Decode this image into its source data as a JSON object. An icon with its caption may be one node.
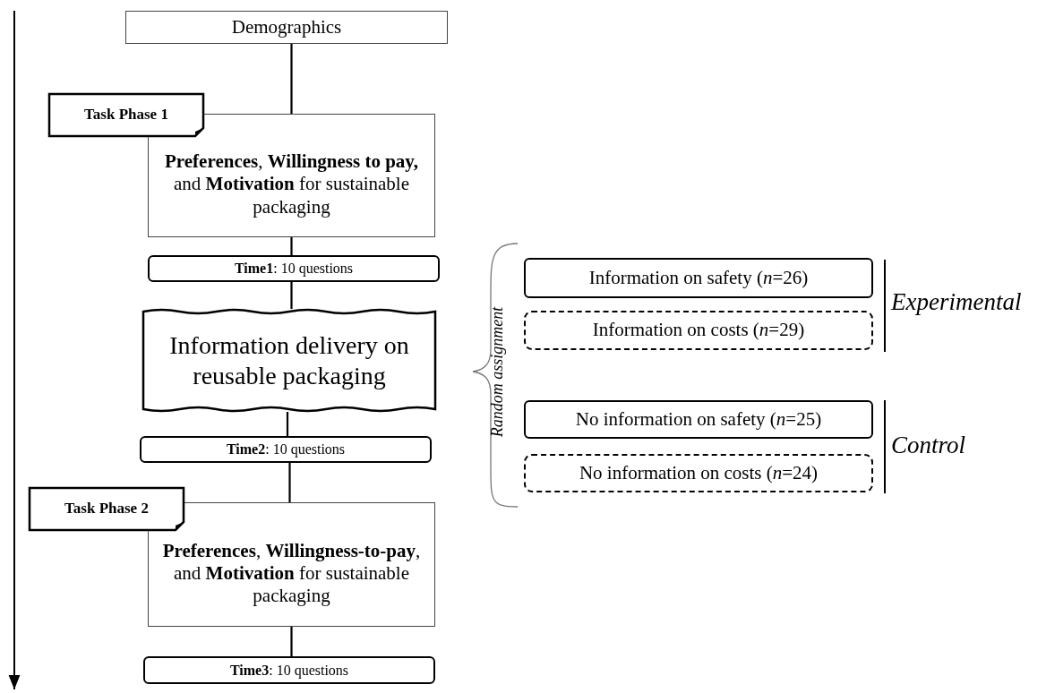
{
  "diagram": {
    "nodes": [
      {
        "text": [
          "Demographics"
        ]
      },
      {
        "text": [
          "Task Phase 1"
        ]
      },
      {
        "text": [
          "**Preferences**, **Willingness to pay,** and **Motivation** for sustainable packaging"
        ]
      },
      {
        "text": [
          "**Time1**: 10 questions"
        ]
      },
      {
        "text": [
          "Information delivery on reusable packaging"
        ]
      },
      {
        "text": [
          "**Time2**: 10 questions"
        ]
      },
      {
        "text": [
          "Task Phase 2"
        ]
      },
      {
        "text": [
          "**Preferences**, **Willingness-to-pay**, and **Motivation** for sustainable packaging"
        ]
      },
      {
        "text": [
          "**Time3**: 10 questions"
        ]
      },
      {
        "text": [
          "Information on safety (*n*=26)"
        ]
      },
      {
        "text": [
          "Information on costs (*n*=29)"
        ]
      },
      {
        "text": [
          "No information on safety (*n*=25)"
        ]
      },
      {
        "text": [
          "No information on costs (*n*=24)"
        ]
      }
    ],
    "edges": [
      {
        "from": 0,
        "to": 2,
        "arrow": "none"
      },
      {
        "from": 2,
        "to": 3,
        "arrow": "none"
      },
      {
        "from": 3,
        "to": 4,
        "arrow": "none"
      },
      {
        "from": 4,
        "to": 5,
        "arrow": "none"
      },
      {
        "from": 5,
        "to": 7,
        "arrow": "none"
      },
      {
        "from": 7,
        "to": 8,
        "arrow": "none"
      }
    ],
    "labels": [
      "Random assignment",
      "Experimental",
      "Control"
    ]
  }
}
